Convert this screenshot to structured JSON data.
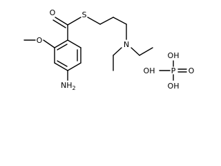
{
  "molecule": {
    "labels": {
      "carbonyl_o": "O",
      "thio_s": "S",
      "methoxy_o": "O",
      "amine_n": "N",
      "amino": {
        "main": "NH",
        "sub": "2"
      }
    }
  },
  "phosphoric_acid": {
    "p": "P",
    "o_left": "OH",
    "o_top": "OH",
    "o_right": "O",
    "o_bottom": "OH"
  }
}
